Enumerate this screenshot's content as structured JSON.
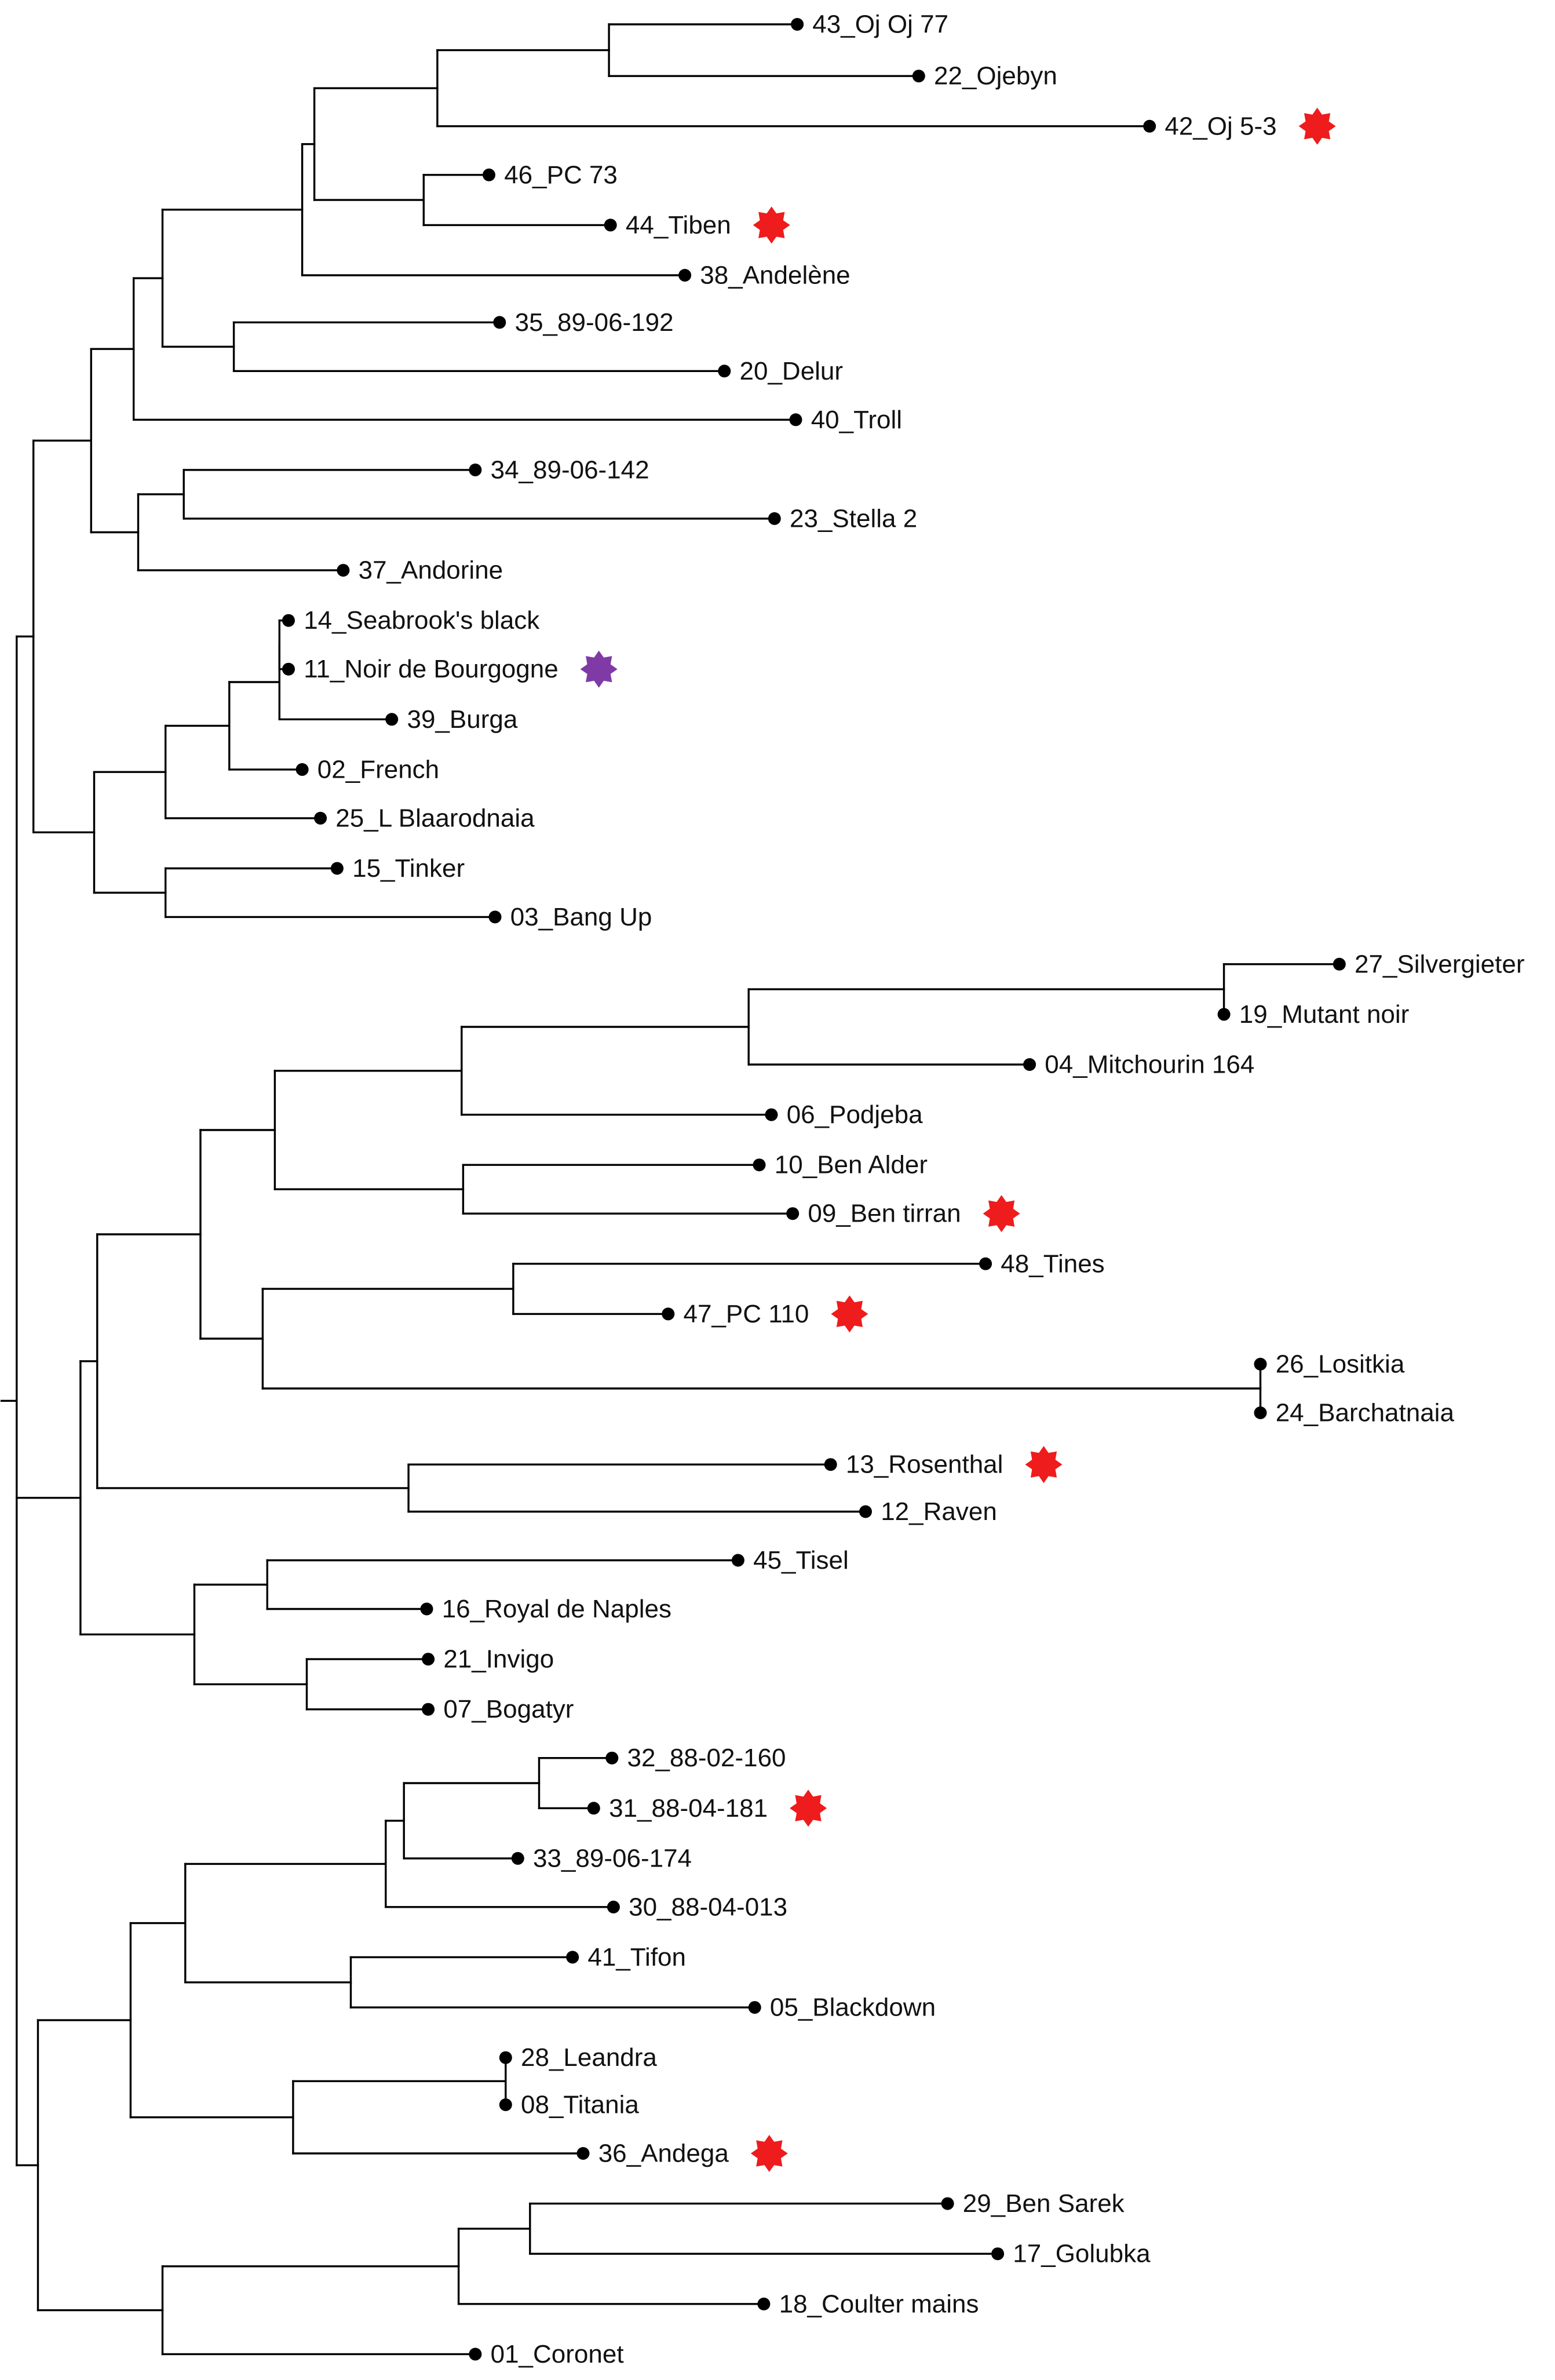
{
  "tree": {
    "leaves": [
      {
        "id": "l43",
        "label": "43_Oj Oj 77"
      },
      {
        "id": "l22",
        "label": "22_Ojebyn"
      },
      {
        "id": "l42",
        "label": "42_Oj 5-3",
        "marker": "red-star"
      },
      {
        "id": "l46",
        "label": "46_PC 73"
      },
      {
        "id": "l44",
        "label": "44_Tiben",
        "marker": "red-star"
      },
      {
        "id": "l38",
        "label": "38_Andelène"
      },
      {
        "id": "l35",
        "label": "35_89-06-192"
      },
      {
        "id": "l20",
        "label": "20_Delur"
      },
      {
        "id": "l40",
        "label": "40_Troll"
      },
      {
        "id": "l34",
        "label": "34_89-06-142"
      },
      {
        "id": "l23",
        "label": "23_Stella 2"
      },
      {
        "id": "l37",
        "label": "37_Andorine"
      },
      {
        "id": "l14",
        "label": "14_Seabrook's black"
      },
      {
        "id": "l11",
        "label": "11_Noir de Bourgogne",
        "marker": "purple-star"
      },
      {
        "id": "l39",
        "label": "39_Burga"
      },
      {
        "id": "l02",
        "label": "02_French"
      },
      {
        "id": "l25",
        "label": "25_L Blaarodnaia"
      },
      {
        "id": "l15",
        "label": "15_Tinker"
      },
      {
        "id": "l03",
        "label": "03_Bang Up"
      },
      {
        "id": "l27",
        "label": "27_Silvergieter"
      },
      {
        "id": "l19",
        "label": "19_Mutant noir"
      },
      {
        "id": "l04",
        "label": "04_Mitchourin 164"
      },
      {
        "id": "l06",
        "label": "06_Podjeba"
      },
      {
        "id": "l10",
        "label": "10_Ben Alder"
      },
      {
        "id": "l09",
        "label": "09_Ben tirran",
        "marker": "red-star"
      },
      {
        "id": "l48",
        "label": "48_Tines"
      },
      {
        "id": "l47",
        "label": "47_PC 110",
        "marker": "red-star"
      },
      {
        "id": "l26",
        "label": "26_Lositkia"
      },
      {
        "id": "l24",
        "label": "24_Barchatnaia"
      },
      {
        "id": "l13",
        "label": "13_Rosenthal",
        "marker": "red-star"
      },
      {
        "id": "l12",
        "label": "12_Raven"
      },
      {
        "id": "l45",
        "label": "45_Tisel"
      },
      {
        "id": "l16",
        "label": "16_Royal de Naples"
      },
      {
        "id": "l21",
        "label": "21_Invigo"
      },
      {
        "id": "l07",
        "label": "07_Bogatyr"
      },
      {
        "id": "l32",
        "label": "32_88-02-160"
      },
      {
        "id": "l31",
        "label": "31_88-04-181",
        "marker": "red-star"
      },
      {
        "id": "l33",
        "label": "33_89-06-174"
      },
      {
        "id": "l30",
        "label": "30_88-04-013"
      },
      {
        "id": "l41",
        "label": "41_Tifon"
      },
      {
        "id": "l05",
        "label": "05_Blackdown"
      },
      {
        "id": "l28",
        "label": "28_Leandra"
      },
      {
        "id": "l08",
        "label": "08_Titania"
      },
      {
        "id": "l36",
        "label": "36_Andega",
        "marker": "red-star"
      },
      {
        "id": "l29",
        "label": "29_Ben Sarek"
      },
      {
        "id": "l17",
        "label": "17_Golubka"
      },
      {
        "id": "l18",
        "label": "18_Coulter mains"
      },
      {
        "id": "l01",
        "label": "01_Coronet"
      }
    ]
  },
  "colors": {
    "line": "#000000",
    "text": "#111111",
    "red-star": "#ee1c1c",
    "purple-star": "#7f3aa6"
  }
}
